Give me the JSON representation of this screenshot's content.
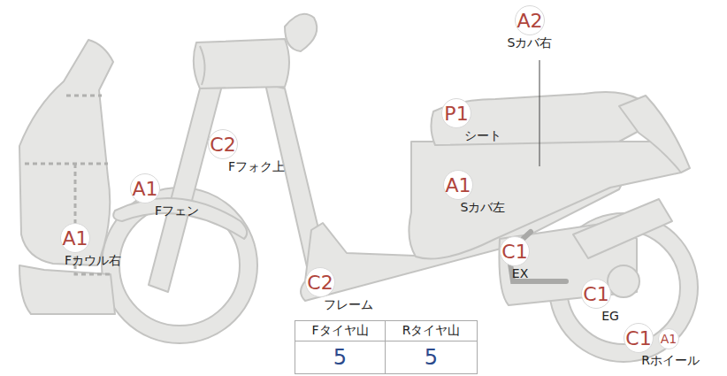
{
  "diagram": {
    "nodes": [
      {
        "text": [
          "A2",
          "Sカバ右"
        ]
      },
      {
        "text": [
          "P1",
          "シート"
        ]
      },
      {
        "text": [
          "C2",
          "Fフォク上"
        ]
      },
      {
        "text": [
          "A1",
          "Fフェン"
        ]
      },
      {
        "text": [
          "A1",
          "Sカバ左"
        ]
      },
      {
        "text": [
          "A1",
          "Fカウル右"
        ]
      },
      {
        "text": [
          "C1",
          "EX"
        ]
      },
      {
        "text": [
          "C2",
          "フレーム"
        ]
      },
      {
        "text": [
          "C1",
          "EG"
        ]
      },
      {
        "text": [
          "C1",
          "Rホイール"
        ]
      },
      {
        "text": [
          "A1"
        ]
      }
    ],
    "labels": [
      "Fタイヤ山",
      "Rタイヤ山",
      "5",
      "5"
    ]
  }
}
